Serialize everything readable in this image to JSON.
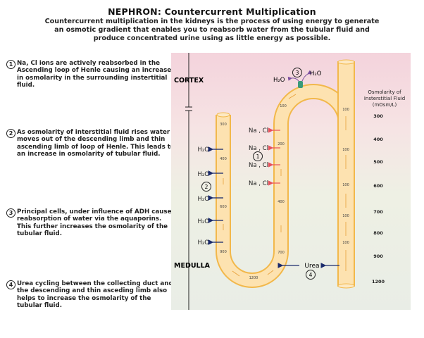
{
  "title": "NEPHRON: Countercurrent Multiplication",
  "subtitle": "Countercurrent multiplication in the kidneys is the process of using energy to generate an osmotic gradient that enables you to reabsorb water from the tubular fluid and produce concentrated urine using as little energy as possible.",
  "steps": [
    {
      "num": "1",
      "text": "Na, Cl ions are actively reabsorbed in the Ascending loop of Henle causing an increase in osmolarity in the surrounding instertitial fluid."
    },
    {
      "num": "2",
      "text": "As osmolarity of interstitial fluid rises water moves out of the descending limb and thin ascending limb of loop of Henle. This leads to an increase in osmolarity of tubular fluid."
    },
    {
      "num": "3",
      "text": "Principal cells, under influence of ADH cause reabsorption of water via the aquaporins. This further increases the osmolarity of the tubular fluid."
    },
    {
      "num": "4",
      "text": "Urea cycling between the collecting duct and the descending and thin asceding limb also helps to increase the osmolarity of the tubular fluid."
    }
  ],
  "diagram": {
    "regions": {
      "cortex": "CORTEX",
      "medulla": "MEDULLA"
    },
    "osmolarity_header": [
      "Osmolarity of",
      "Insterstitial Fluid",
      "(mOsm/L)"
    ],
    "osmolarity_values": [
      "300",
      "400",
      "500",
      "600",
      "700",
      "800",
      "900",
      "1200"
    ],
    "descending_limb_values": [
      "300",
      "400",
      "600",
      "900"
    ],
    "loop_bottom_value": "1200",
    "ascending_limb_values": [
      "100",
      "200",
      "400",
      "700"
    ],
    "collecting_duct_values": [
      "100",
      "100",
      "100",
      "100",
      "100"
    ],
    "nacl_label": "Na , Cl",
    "water_label": "H₂O",
    "urea_label": "Urea",
    "markers": [
      "1",
      "2",
      "3",
      "4"
    ],
    "colors": {
      "tube_fill": "#fde2b0",
      "tube_stroke": "#f2b84b",
      "nacl_arrow": "#e8505b",
      "water_arrow": "#1a2a6c",
      "aquaporin_arrow": "#7a4fa0",
      "aquaporin": "#3a9a7a"
    }
  }
}
